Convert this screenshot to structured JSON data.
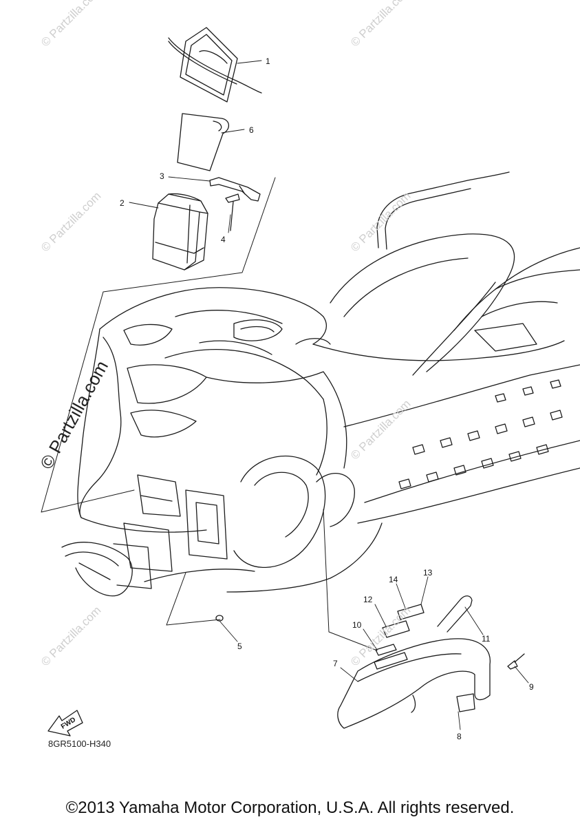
{
  "watermark": {
    "text": "© Partzilla.com",
    "brand_text": "© Partzilla.com"
  },
  "callouts": [
    "1",
    "2",
    "3",
    "4",
    "5",
    "6",
    "7",
    "8",
    "9",
    "10",
    "11",
    "12",
    "13",
    "14"
  ],
  "fwd_label": "FWD",
  "diagram_code": "8GR5100-H340",
  "copyright": "©2013 Yamaha Motor Corporation, U.S.A. All rights reserved.",
  "colors": {
    "line": "#1a1a1a",
    "watermark": "#cfcfcf"
  }
}
